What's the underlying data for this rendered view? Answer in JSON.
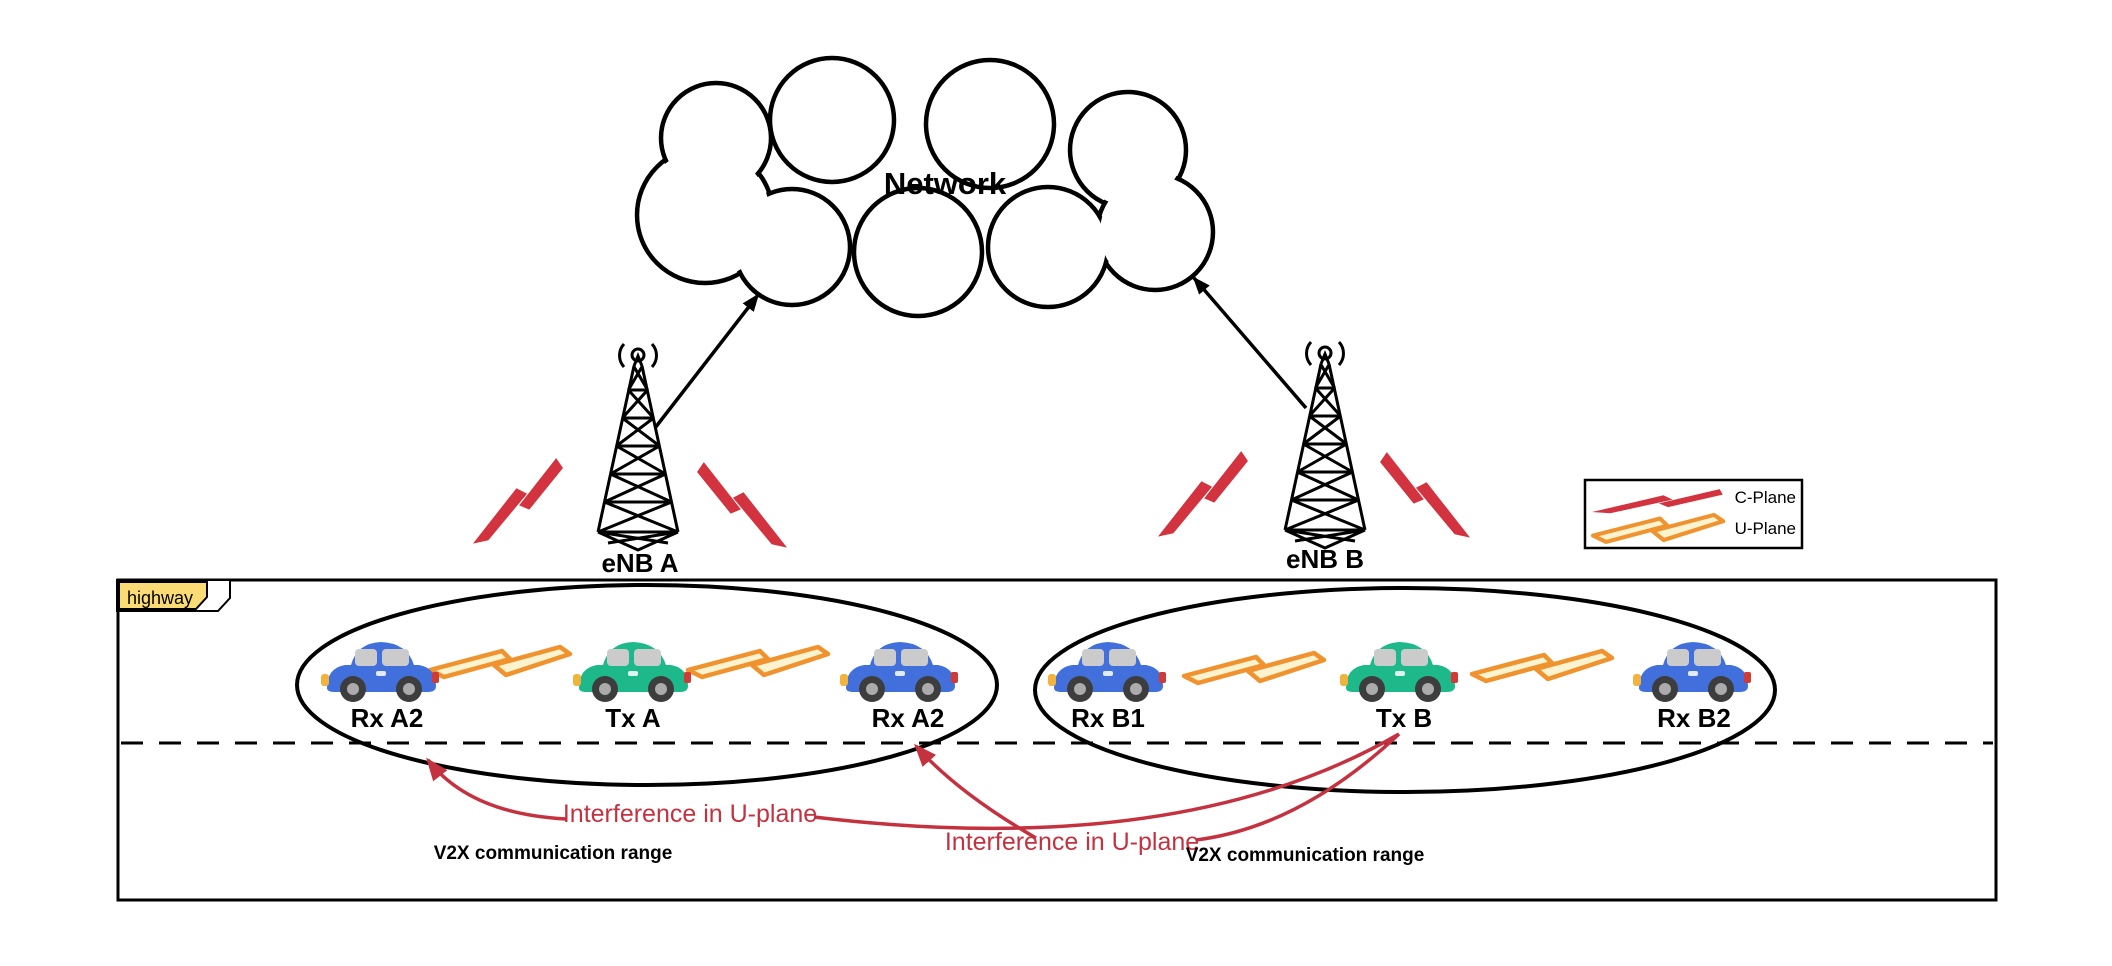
{
  "network": {
    "label": "Network"
  },
  "base_stations": [
    {
      "id": "enb-a",
      "label": "eNB A"
    },
    {
      "id": "enb-b",
      "label": "eNB B"
    }
  ],
  "legend": {
    "items": [
      {
        "label": "C-Plane",
        "icon": "red-lightning-bolt-icon",
        "color": "#d2333e"
      },
      {
        "label": "U-Plane",
        "icon": "orange-lightning-bolt-icon",
        "color": "#f0932e"
      }
    ]
  },
  "highway": {
    "label": "highway"
  },
  "cars": [
    {
      "label": "Rx A2",
      "color": "blue",
      "role": "receiver"
    },
    {
      "label": "Tx A",
      "color": "green",
      "role": "transmitter"
    },
    {
      "label": "Rx A2",
      "color": "blue",
      "role": "receiver"
    },
    {
      "label": "Rx B1",
      "color": "blue",
      "role": "receiver"
    },
    {
      "label": "Tx B",
      "color": "green",
      "role": "transmitter"
    },
    {
      "label": "Rx B2",
      "color": "blue",
      "role": "receiver"
    }
  ],
  "annotations": {
    "interference_left": "Interference in U-plane",
    "interference_right": "Interference in U-plane",
    "v2x_left": "V2X communication range",
    "v2x_right": "V2X communication range"
  },
  "colors": {
    "c_plane_red": "#d2333e",
    "u_plane_orange": "#f0932e",
    "u_plane_fill": "#fdf3cf",
    "annotation_red": "#c5323f",
    "car_blue": "#4170dd",
    "car_green": "#1db98a",
    "highway_tab_yellow": "#fbdc74",
    "outline_black": "#000000"
  }
}
